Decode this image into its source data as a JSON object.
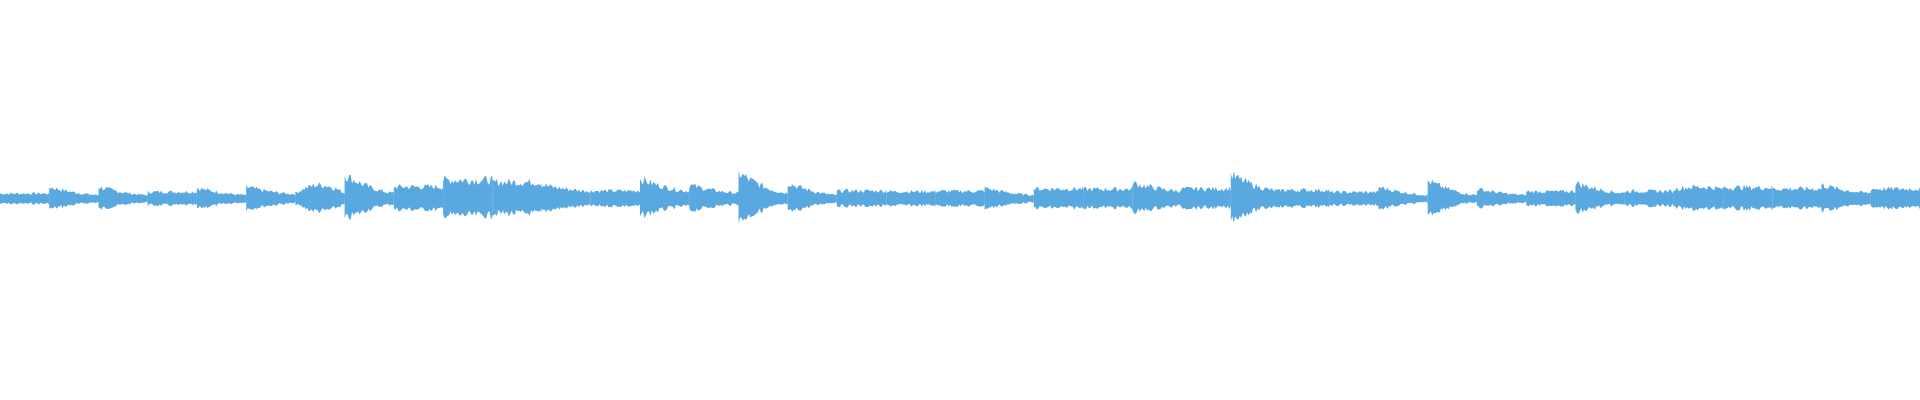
{
  "waveform": {
    "color": "#5aa8e0",
    "segments": [
      {
        "peak": 0.04,
        "sustain": 0.02,
        "shape": "flat"
      },
      {
        "peak": 0.06,
        "sustain": 0.02,
        "shape": "decay"
      },
      {
        "peak": 0.06,
        "sustain": 0.02,
        "shape": "decay"
      },
      {
        "peak": 0.055,
        "sustain": 0.025,
        "shape": "flat"
      },
      {
        "peak": 0.055,
        "sustain": 0.02,
        "shape": "decay"
      },
      {
        "peak": 0.06,
        "sustain": 0.025,
        "shape": "decay"
      },
      {
        "peak": 0.07,
        "sustain": 0.03,
        "shape": "swell"
      },
      {
        "peak": 0.12,
        "sustain": 0.03,
        "shape": "decay"
      },
      {
        "peak": 0.08,
        "sustain": 0.05,
        "shape": "flat"
      },
      {
        "peak": 0.12,
        "sustain": 0.08,
        "shape": "flat"
      },
      {
        "peak": 0.09,
        "sustain": 0.08,
        "shape": "flat"
      },
      {
        "peak": 0.07,
        "sustain": 0.04,
        "shape": "decay"
      },
      {
        "peak": 0.06,
        "sustain": 0.03,
        "shape": "flat"
      },
      {
        "peak": 0.1,
        "sustain": 0.04,
        "shape": "decay"
      },
      {
        "peak": 0.07,
        "sustain": 0.03,
        "shape": "decay"
      },
      {
        "peak": 0.13,
        "sustain": 0.03,
        "shape": "decay"
      },
      {
        "peak": 0.08,
        "sustain": 0.02,
        "shape": "decay"
      },
      {
        "peak": 0.06,
        "sustain": 0.03,
        "shape": "flat"
      },
      {
        "peak": 0.05,
        "sustain": 0.03,
        "shape": "flat"
      },
      {
        "peak": 0.055,
        "sustain": 0.03,
        "shape": "flat"
      },
      {
        "peak": 0.055,
        "sustain": 0.02,
        "shape": "decay"
      },
      {
        "peak": 0.07,
        "sustain": 0.04,
        "shape": "flat"
      },
      {
        "peak": 0.065,
        "sustain": 0.04,
        "shape": "flat"
      },
      {
        "peak": 0.08,
        "sustain": 0.04,
        "shape": "decay"
      },
      {
        "peak": 0.07,
        "sustain": 0.04,
        "shape": "flat"
      },
      {
        "peak": 0.12,
        "sustain": 0.04,
        "shape": "decay"
      },
      {
        "peak": 0.07,
        "sustain": 0.03,
        "shape": "flat"
      },
      {
        "peak": 0.05,
        "sustain": 0.025,
        "shape": "flat"
      },
      {
        "peak": 0.06,
        "sustain": 0.02,
        "shape": "decay"
      },
      {
        "peak": 0.09,
        "sustain": 0.02,
        "shape": "decay"
      },
      {
        "peak": 0.05,
        "sustain": 0.02,
        "shape": "decay"
      },
      {
        "peak": 0.06,
        "sustain": 0.025,
        "shape": "flat"
      },
      {
        "peak": 0.08,
        "sustain": 0.03,
        "shape": "decay"
      },
      {
        "peak": 0.055,
        "sustain": 0.03,
        "shape": "flat"
      },
      {
        "peak": 0.06,
        "sustain": 0.05,
        "shape": "swell"
      },
      {
        "peak": 0.07,
        "sustain": 0.05,
        "shape": "flat"
      },
      {
        "peak": 0.07,
        "sustain": 0.04,
        "shape": "flat"
      },
      {
        "peak": 0.07,
        "sustain": 0.03,
        "shape": "decay"
      },
      {
        "peak": 0.07,
        "sustain": 0.04,
        "shape": "flat"
      }
    ]
  }
}
